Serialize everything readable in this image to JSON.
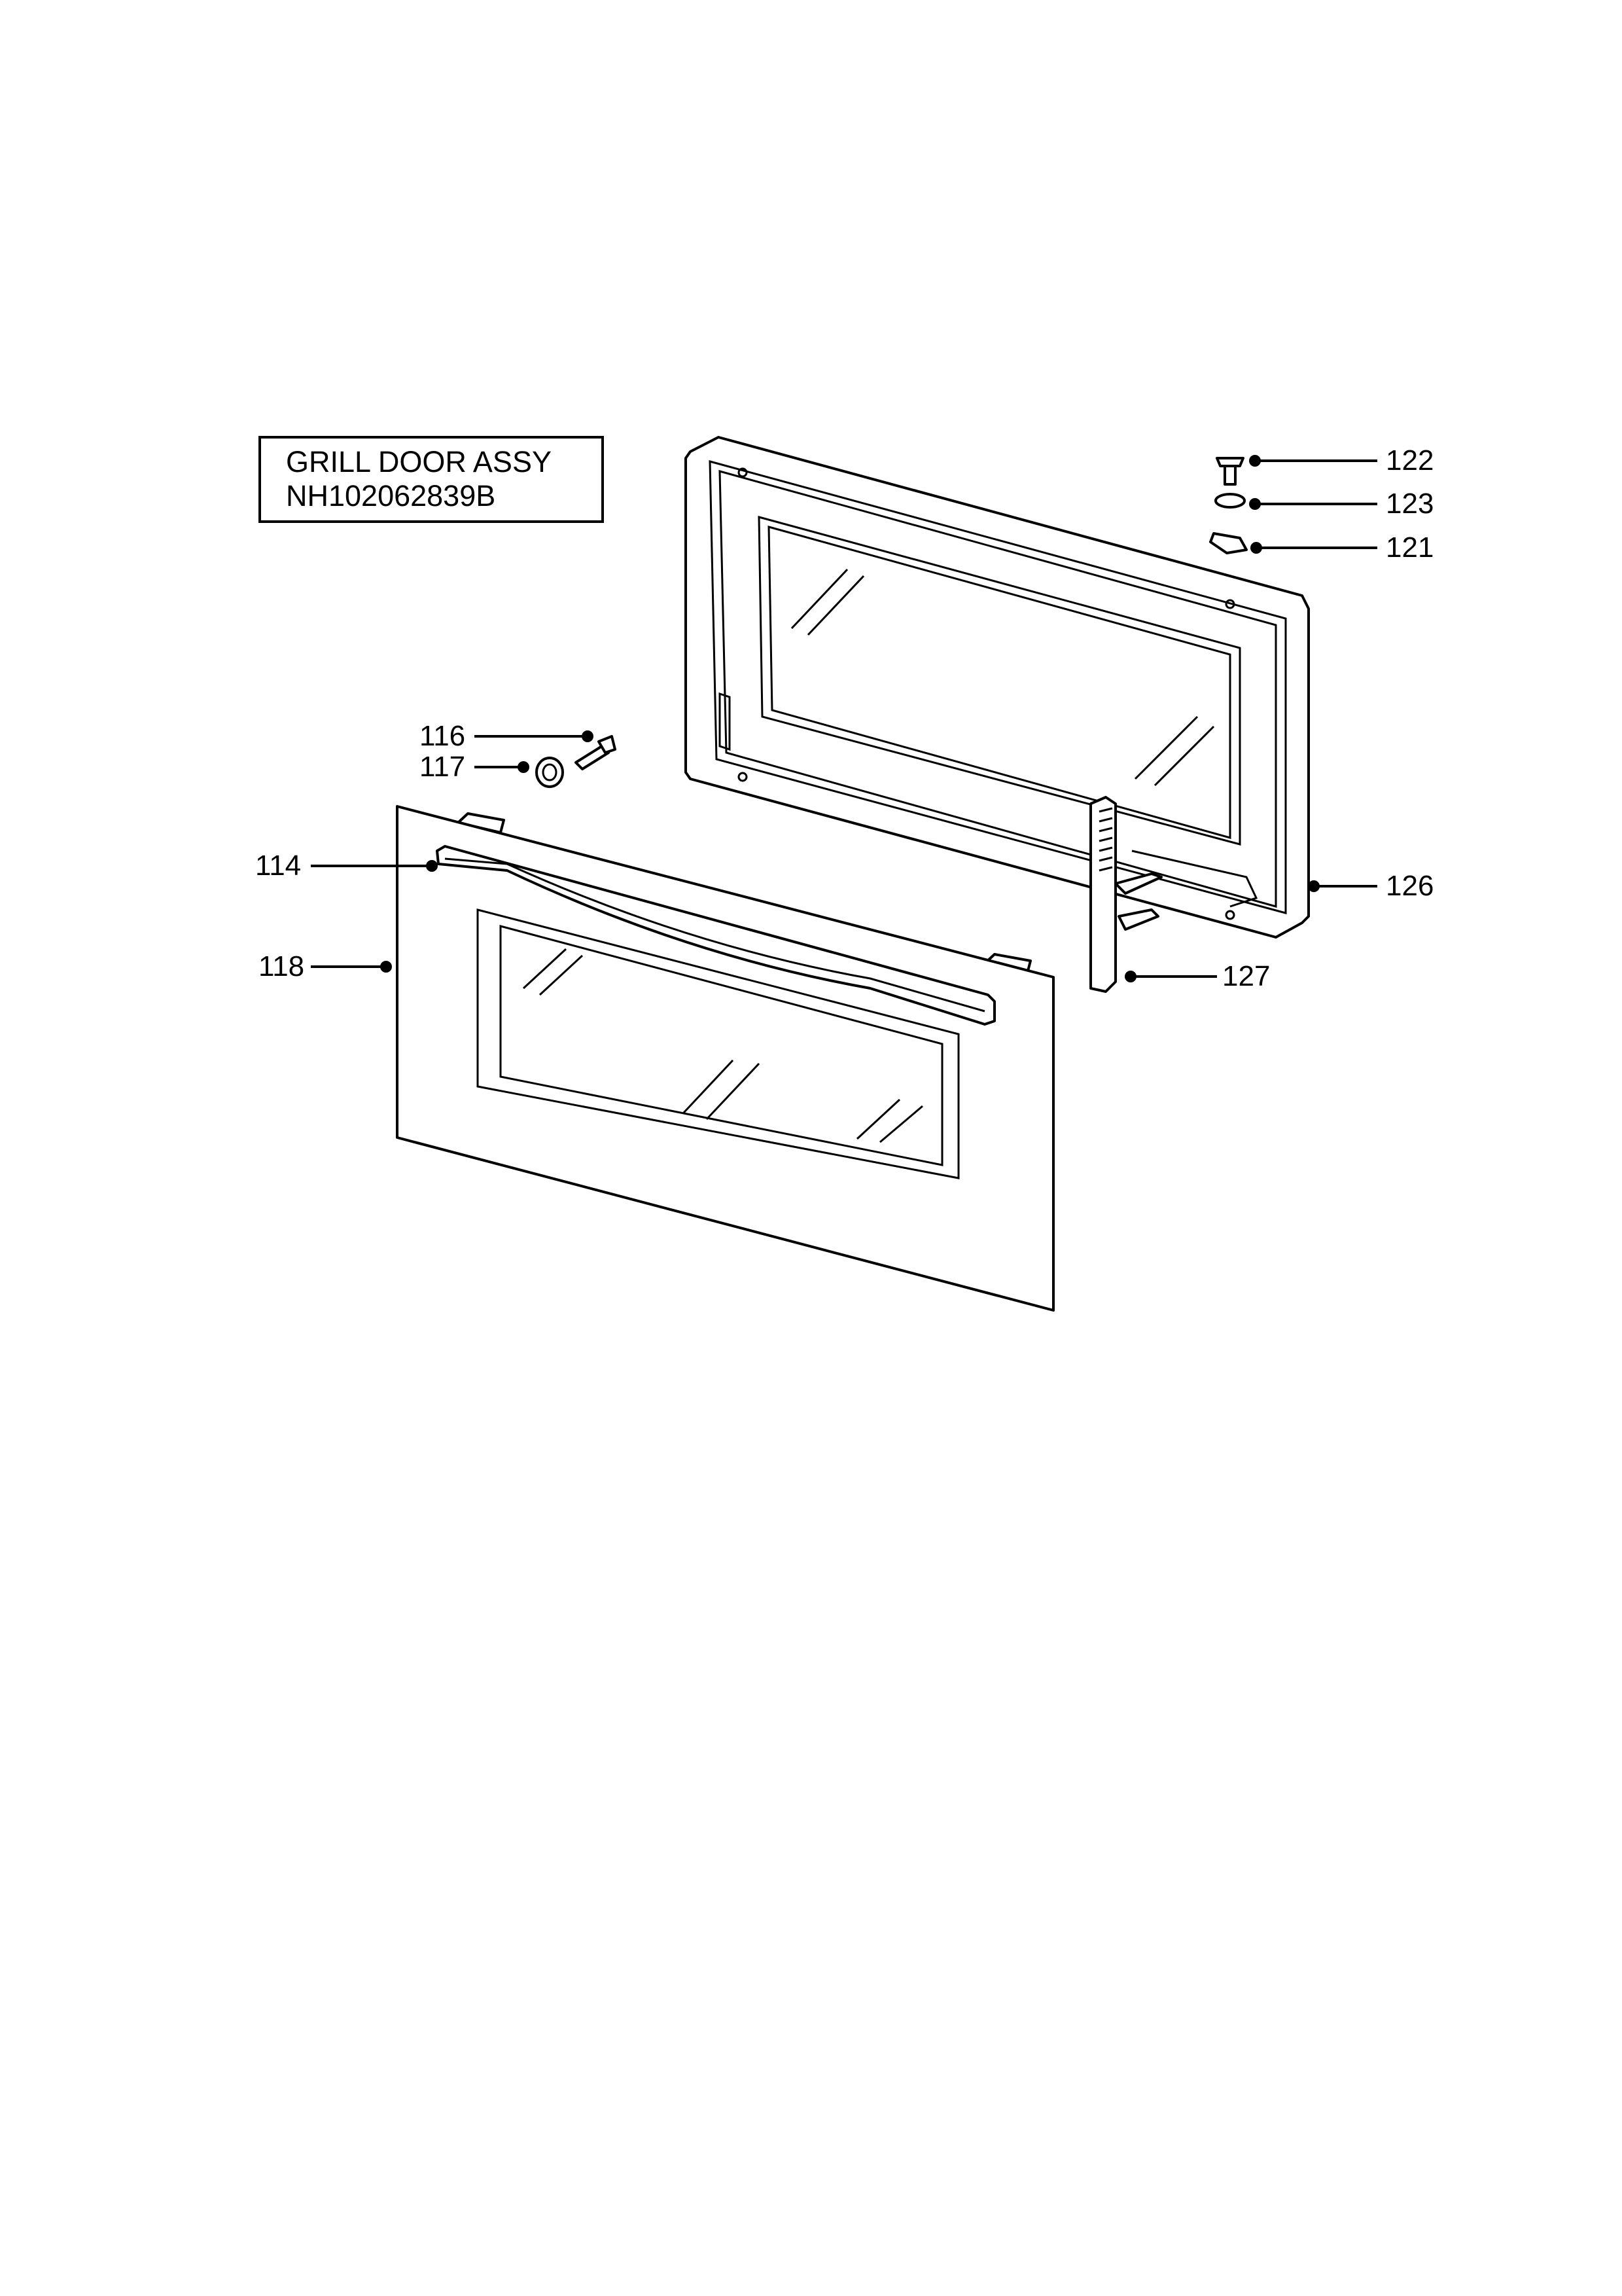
{
  "title": {
    "line1": "GRILL DOOR ASSY",
    "line2": "NH102062839B"
  },
  "callouts": [
    {
      "id": "122",
      "label": "122"
    },
    {
      "id": "123",
      "label": "123"
    },
    {
      "id": "121",
      "label": "121"
    },
    {
      "id": "116",
      "label": "116"
    },
    {
      "id": "117",
      "label": "117"
    },
    {
      "id": "114",
      "label": "114"
    },
    {
      "id": "118",
      "label": "118"
    },
    {
      "id": "126",
      "label": "126"
    },
    {
      "id": "127",
      "label": "127"
    }
  ]
}
